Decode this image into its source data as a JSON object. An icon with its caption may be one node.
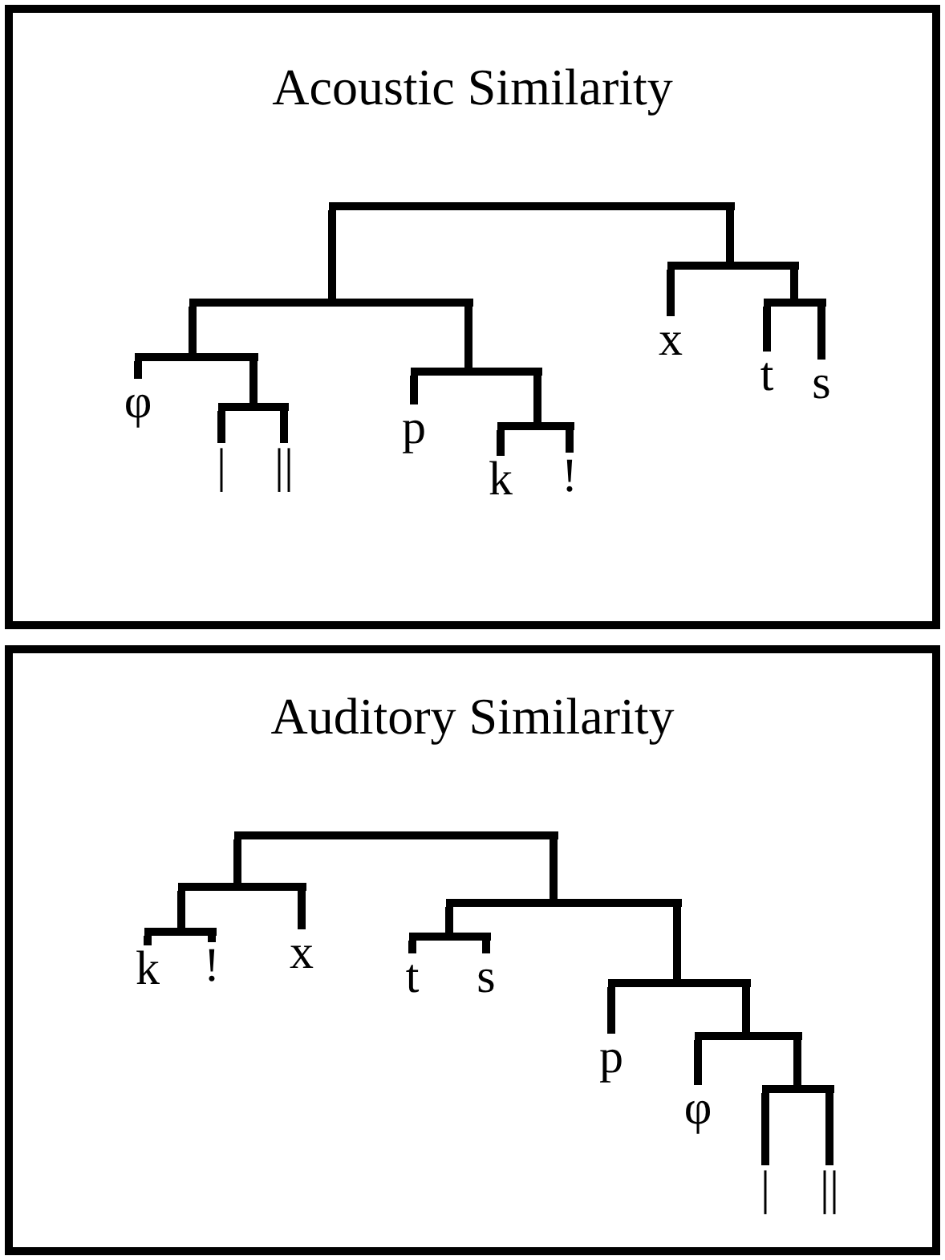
{
  "diagram": {
    "nodes": [
      {
        "text": [
          "Acoustic Similarity"
        ]
      },
      {
        "text": [],
        "shape": "bar",
        "in": 0
      },
      {
        "text": [],
        "shape": "bar",
        "in": 0
      },
      {
        "text": [],
        "shape": "bar",
        "in": 0
      },
      {
        "text": [],
        "shape": "bar",
        "in": 0
      },
      {
        "text": [],
        "shape": "bar",
        "in": 0
      },
      {
        "text": [],
        "shape": "bar",
        "in": 0
      },
      {
        "text": [],
        "shape": "bar",
        "in": 0
      },
      {
        "text": [],
        "shape": "bar",
        "in": 0
      },
      {
        "text": [
          "φ"
        ],
        "in": 0
      },
      {
        "text": [
          "|"
        ],
        "in": 0
      },
      {
        "text": [
          "||"
        ],
        "in": 0
      },
      {
        "text": [
          "p"
        ],
        "in": 0
      },
      {
        "text": [
          "k"
        ],
        "in": 0
      },
      {
        "text": [
          "!"
        ],
        "in": 0
      },
      {
        "text": [
          "x"
        ],
        "in": 0
      },
      {
        "text": [
          "t"
        ],
        "in": 0
      },
      {
        "text": [
          "s"
        ],
        "in": 0
      },
      {
        "text": [
          "Auditory Similarity"
        ]
      },
      {
        "text": [],
        "shape": "bar",
        "in": 18
      },
      {
        "text": [],
        "shape": "bar",
        "in": 18
      },
      {
        "text": [],
        "shape": "bar",
        "in": 18
      },
      {
        "text": [],
        "shape": "bar",
        "in": 18
      },
      {
        "text": [],
        "shape": "bar",
        "in": 18
      },
      {
        "text": [],
        "shape": "bar",
        "in": 18
      },
      {
        "text": [],
        "shape": "bar",
        "in": 18
      },
      {
        "text": [],
        "shape": "bar",
        "in": 18
      },
      {
        "text": [
          "k"
        ],
        "in": 18
      },
      {
        "text": [
          "!"
        ],
        "in": 18
      },
      {
        "text": [
          "x"
        ],
        "in": 18
      },
      {
        "text": [
          "t"
        ],
        "in": 18
      },
      {
        "text": [
          "s"
        ],
        "in": 18
      },
      {
        "text": [
          "p"
        ],
        "in": 18
      },
      {
        "text": [
          "φ"
        ],
        "in": 18
      },
      {
        "text": [
          "|"
        ],
        "in": 18
      },
      {
        "text": [
          "||"
        ],
        "in": 18
      }
    ],
    "edges": [
      {
        "from": 1,
        "to": 2,
        "arrow": "none"
      },
      {
        "from": 1,
        "to": 3,
        "arrow": "none"
      },
      {
        "from": 2,
        "to": 4,
        "arrow": "none"
      },
      {
        "from": 2,
        "to": 5,
        "arrow": "none"
      },
      {
        "from": 3,
        "to": 15,
        "arrow": "none"
      },
      {
        "from": 3,
        "to": 6,
        "arrow": "none"
      },
      {
        "from": 4,
        "to": 9,
        "arrow": "none"
      },
      {
        "from": 4,
        "to": 7,
        "arrow": "none"
      },
      {
        "from": 7,
        "to": 10,
        "arrow": "none"
      },
      {
        "from": 7,
        "to": 11,
        "arrow": "none"
      },
      {
        "from": 5,
        "to": 12,
        "arrow": "none"
      },
      {
        "from": 5,
        "to": 8,
        "arrow": "none"
      },
      {
        "from": 8,
        "to": 13,
        "arrow": "none"
      },
      {
        "from": 8,
        "to": 14,
        "arrow": "none"
      },
      {
        "from": 6,
        "to": 16,
        "arrow": "none"
      },
      {
        "from": 6,
        "to": 17,
        "arrow": "none"
      },
      {
        "from": 19,
        "to": 20,
        "arrow": "none"
      },
      {
        "from": 19,
        "to": 21,
        "arrow": "none"
      },
      {
        "from": 20,
        "to": 22,
        "arrow": "none"
      },
      {
        "from": 20,
        "to": 29,
        "arrow": "none"
      },
      {
        "from": 22,
        "to": 27,
        "arrow": "none"
      },
      {
        "from": 22,
        "to": 28,
        "arrow": "none"
      },
      {
        "from": 21,
        "to": 23,
        "arrow": "none"
      },
      {
        "from": 21,
        "to": 24,
        "arrow": "none"
      },
      {
        "from": 23,
        "to": 30,
        "arrow": "none"
      },
      {
        "from": 23,
        "to": 31,
        "arrow": "none"
      },
      {
        "from": 24,
        "to": 32,
        "arrow": "none"
      },
      {
        "from": 24,
        "to": 25,
        "arrow": "none"
      },
      {
        "from": 25,
        "to": 33,
        "arrow": "none"
      },
      {
        "from": 25,
        "to": 26,
        "arrow": "none"
      },
      {
        "from": 26,
        "to": 34,
        "arrow": "none"
      },
      {
        "from": 26,
        "to": 35,
        "arrow": "none"
      }
    ]
  }
}
